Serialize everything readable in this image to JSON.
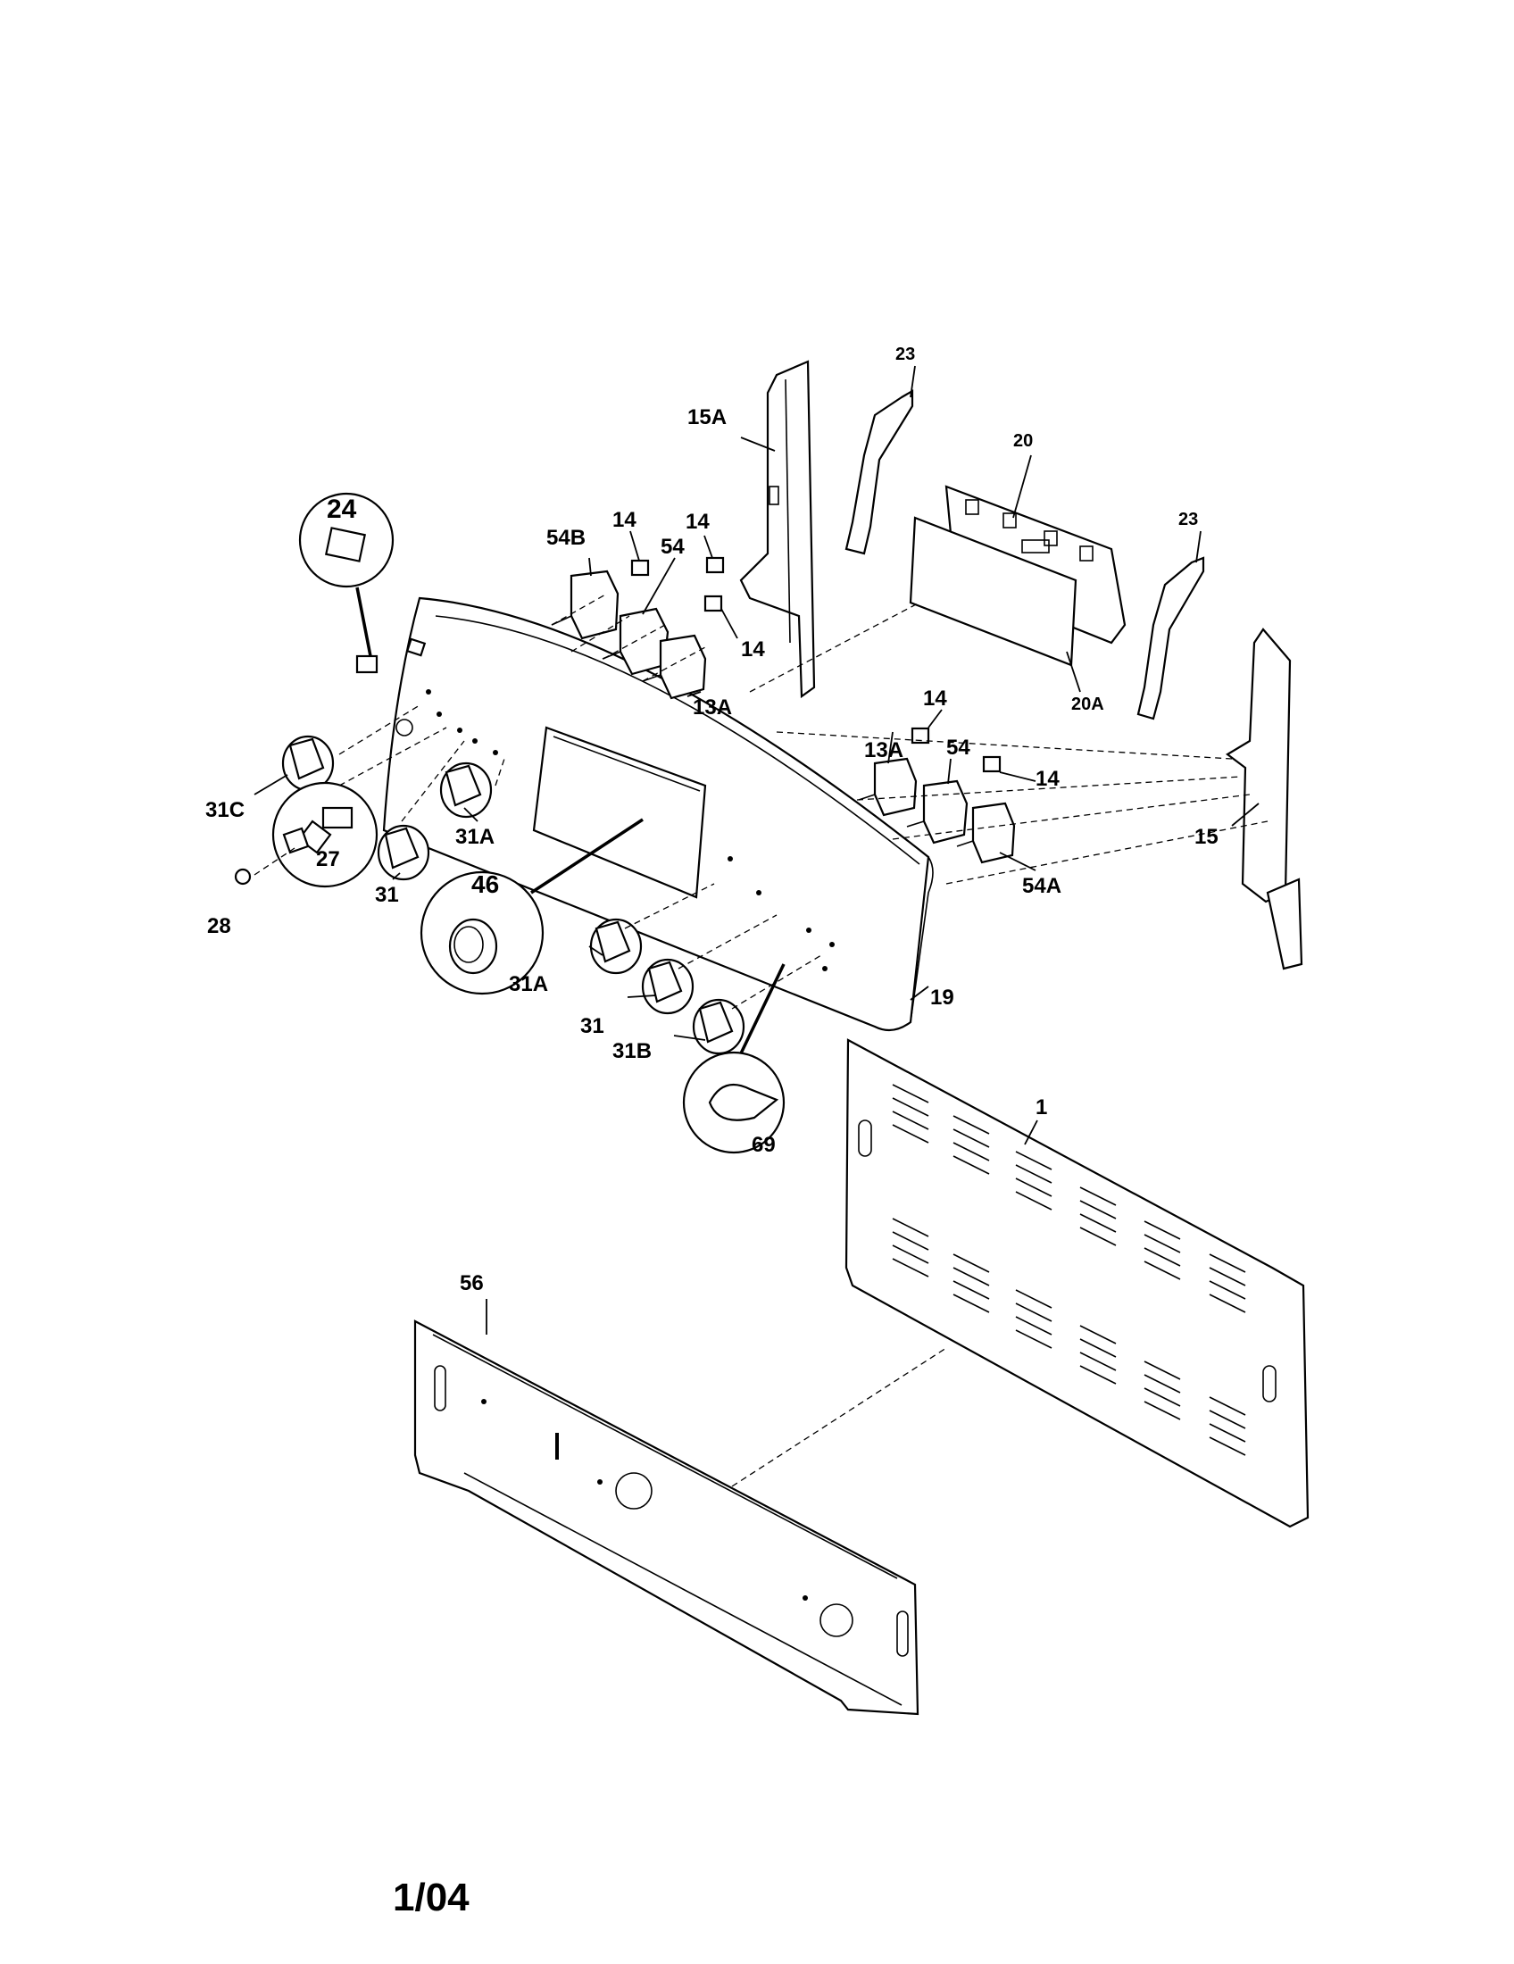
{
  "diagram": {
    "labels": {
      "l1": "1",
      "l13A_a": "13A",
      "l13A_b": "13A",
      "l14_a": "14",
      "l14_b": "14",
      "l14_c": "14",
      "l14_d": "14",
      "l14_e": "14",
      "l15": "15",
      "l15A": "15A",
      "l19": "19",
      "l20": "20",
      "l20A": "20A",
      "l23_a": "23",
      "l23_b": "23",
      "l24": "24",
      "l27": "27",
      "l28": "28",
      "l31_a": "31",
      "l31_b": "31",
      "l31A_a": "31A",
      "l31A_b": "31A",
      "l31B": "31B",
      "l31C": "31C",
      "l46": "46",
      "l54_a": "54",
      "l54_b": "54",
      "l54A": "54A",
      "l54B": "54B",
      "l56": "56",
      "l69": "69"
    }
  },
  "footer": {
    "date_code": "1/04"
  }
}
